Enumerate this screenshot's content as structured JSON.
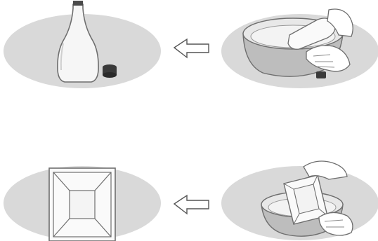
{
  "steps": [
    {
      "id": "empty-bottle",
      "icon": "bottle-with-cap-off-icon"
    },
    {
      "id": "rinse-bottle-in-basin",
      "icon": "hands-washing-bottle-icon"
    },
    {
      "id": "clean-tray",
      "icon": "square-tray-icon"
    },
    {
      "id": "rinse-tray-in-basin",
      "icon": "hands-washing-tray-icon"
    }
  ],
  "arrows": [
    {
      "from": "rinse-bottle-in-basin",
      "to": "empty-bottle",
      "direction": "left"
    },
    {
      "from": "rinse-tray-in-basin",
      "to": "clean-tray",
      "direction": "left"
    }
  ],
  "colors": {
    "ellipse": "#d9d9d9",
    "outline": "#6e6e6e",
    "fill_light": "#f2f2f2",
    "fill_mid": "#bdbdbd",
    "dark": "#3a3a3a"
  }
}
